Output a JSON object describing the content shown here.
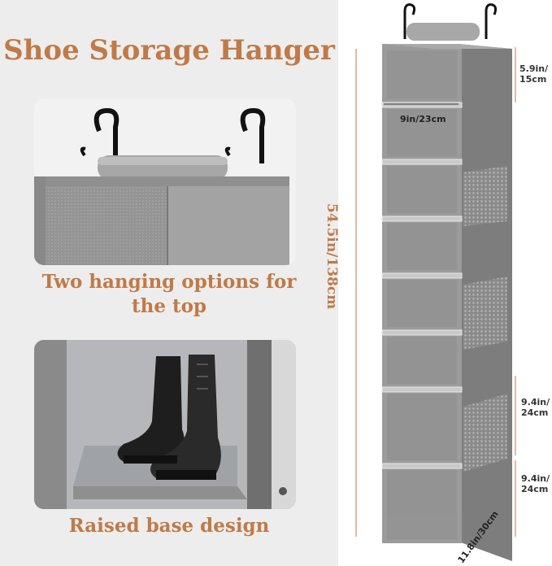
{
  "title": "Shoe Storage Hanger",
  "captions": {
    "top": [
      "Two hanging options for",
      "the top"
    ],
    "bottom": "Raised base design"
  },
  "dimensions": {
    "height": "54.5in/138cm",
    "width": "9in/23cm",
    "depth": "11.8in/30cm",
    "top_shelf": [
      "5.9in/",
      "15cm"
    ],
    "shelf_a": [
      "9.4in/",
      "24cm"
    ],
    "shelf_b": [
      "9.4in/",
      "24cm"
    ]
  },
  "colors": {
    "accent": "#c07a47",
    "fabric": "#9b9b9b",
    "fabric_dark": "#7d7d7d",
    "background": "#ededed"
  }
}
